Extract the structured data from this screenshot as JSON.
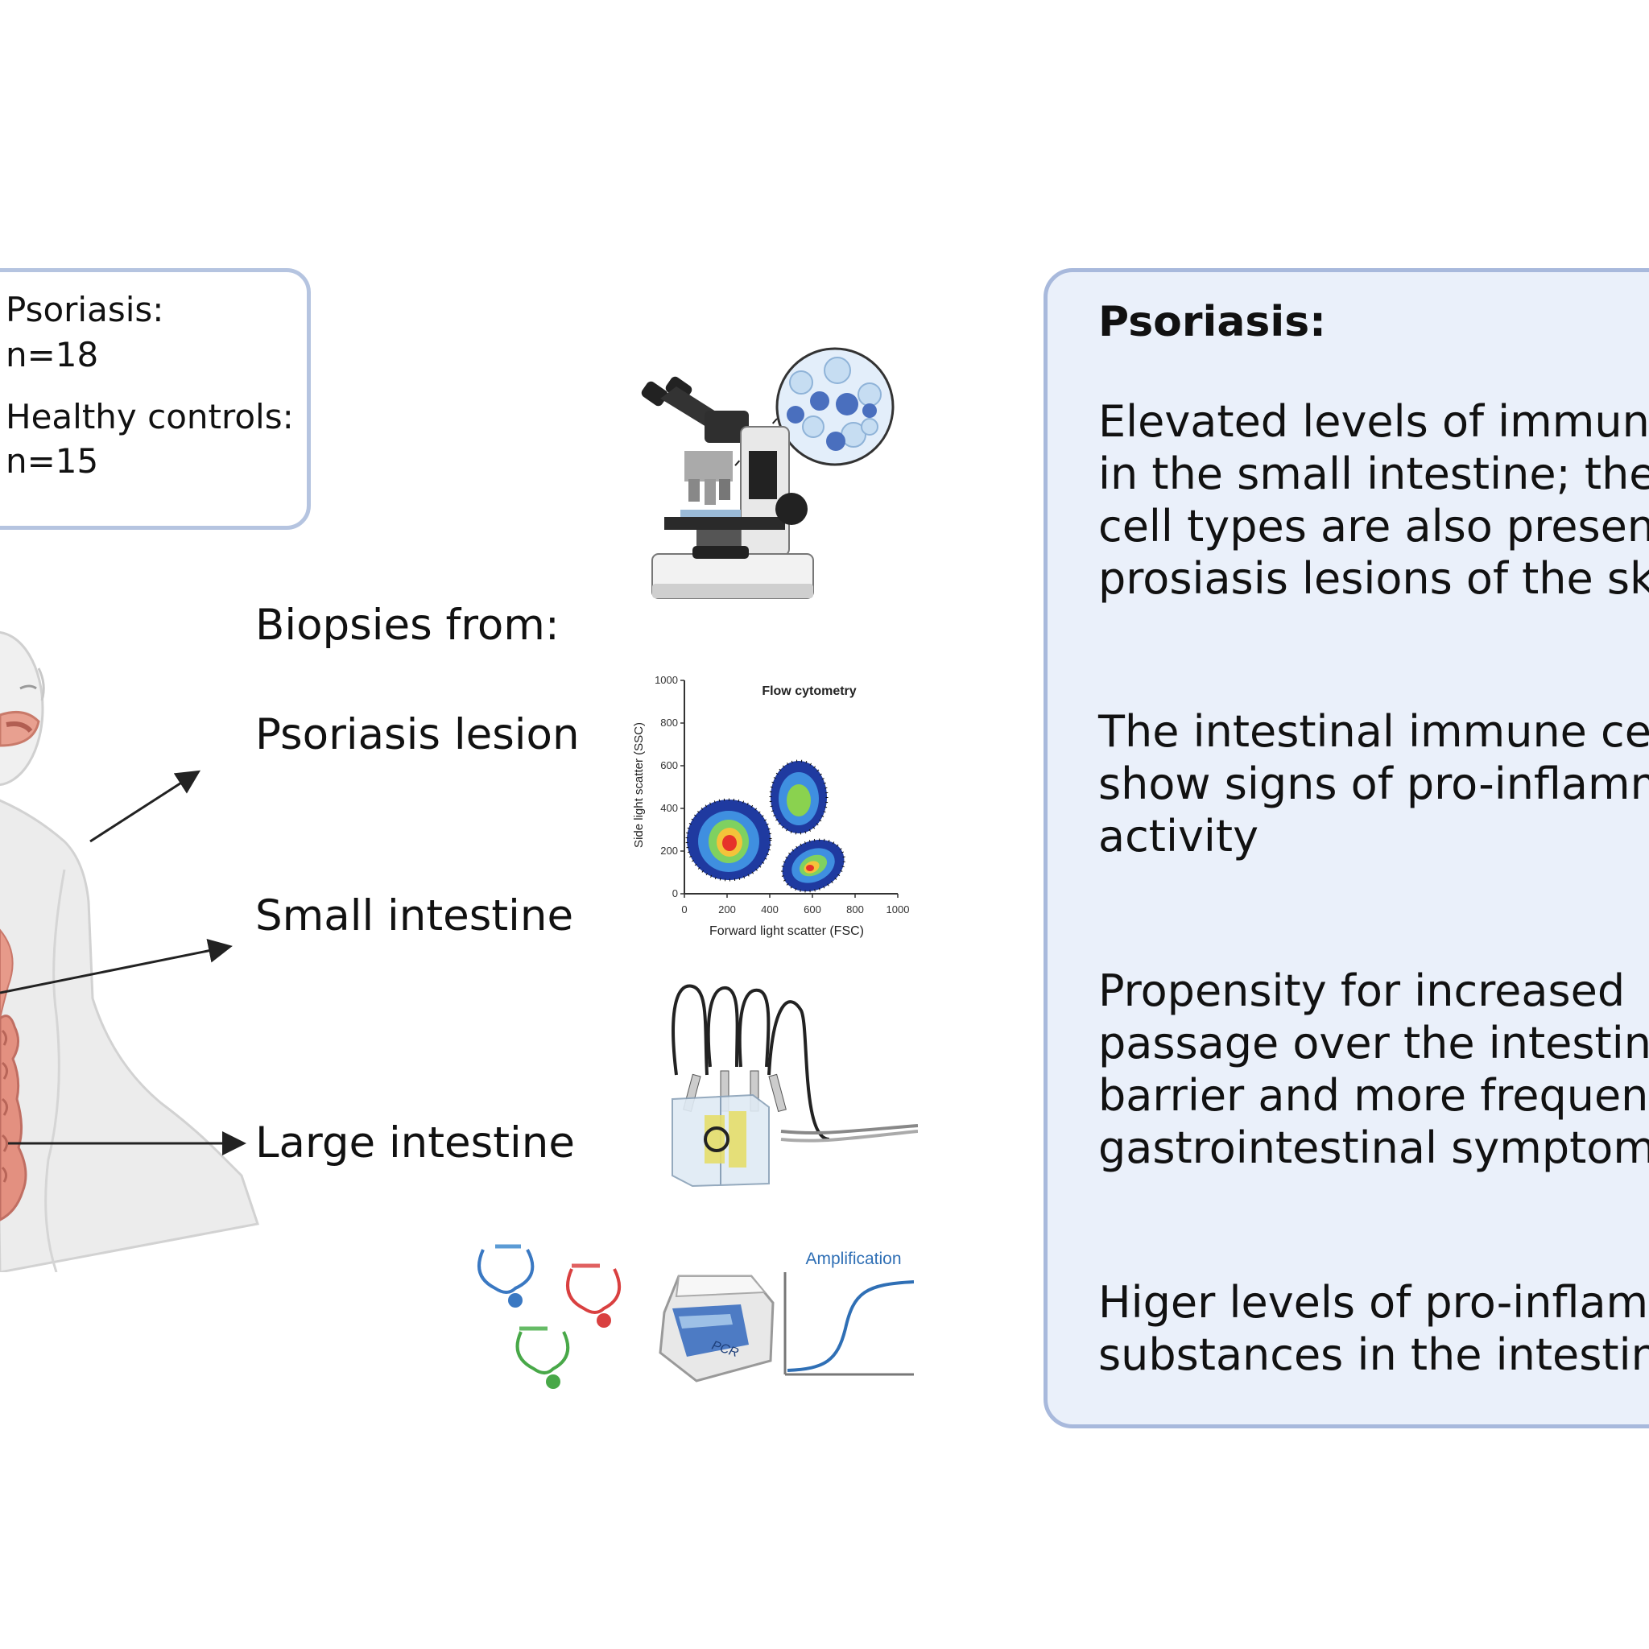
{
  "cohort": {
    "psoriasis_label": "Psoriasis:",
    "psoriasis_n": "n=18",
    "controls_label": "Healthy controls:",
    "controls_n": "n=15"
  },
  "biopsies": {
    "heading": "Biopsies from:",
    "sites": [
      "Psoriasis lesion",
      "Small intestine",
      "Large intestine"
    ]
  },
  "methods": {
    "microscopy_icon": "microscope-icon",
    "flow": {
      "title": "Flow cytometry",
      "xlabel": "Forward light scatter (FSC)",
      "ylabel": "Side light scatter (SSC)",
      "x_ticks": [
        "0",
        "200",
        "400",
        "600",
        "800",
        "1000"
      ],
      "y_ticks": [
        "0",
        "200",
        "400",
        "600",
        "800",
        "1000"
      ]
    },
    "ussing_icon": "ussing-chamber-icon",
    "pcr": {
      "machine_label": "PCR",
      "curve_label": "Amplification"
    }
  },
  "findings": {
    "title": "Psoriasis:",
    "items": [
      [
        "Elevated levels of immune c",
        "in the small intestine; the sa",
        "cell types are also present i",
        "prosiasis lesions of the skin"
      ],
      [
        "The intestinal immune cells",
        "show signs of pro-inflamma",
        "activity"
      ],
      [
        "Propensity for increased",
        "passage over the intestinal",
        "barrier and more frequent",
        "gastrointestinal symptoms"
      ],
      [
        "Higer levels of pro-inflamma",
        "substances in the intestine"
      ]
    ]
  },
  "colors": {
    "panel_bg": "#eaf0fa",
    "panel_border": "#a8b9dc",
    "box_border": "#b5c4e0",
    "accent_blue": "#2f6fb5"
  }
}
